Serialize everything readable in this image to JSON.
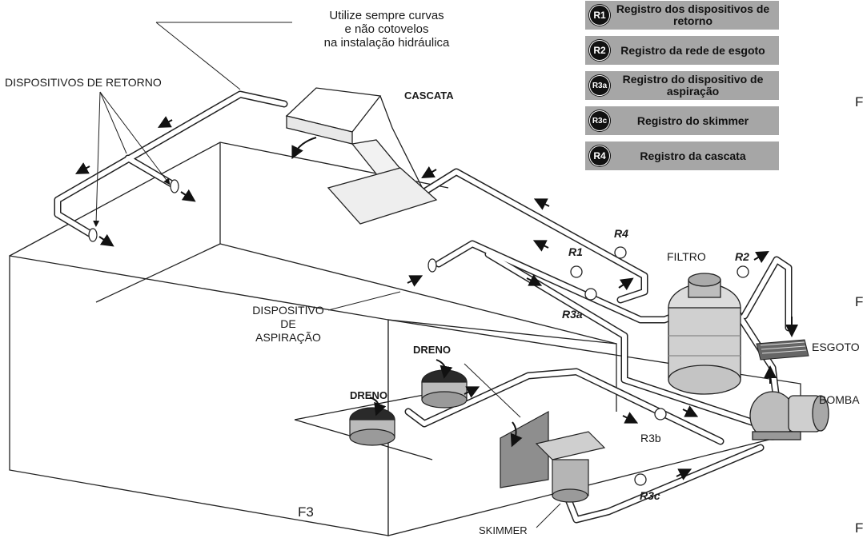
{
  "note": [
    "Utilize sempre curvas",
    "e não cotovelos",
    "na instalação hidráulica"
  ],
  "labels": {
    "retorno": "DISPOSITIVOS DE RETORNO",
    "cascata": "CASCATA",
    "filtro": "FILTRO",
    "esgoto": "ESGOTO",
    "bomba": "BOMBA",
    "aspiracao": [
      "DISPOSITIVO",
      "DE",
      "ASPIRAÇÃO"
    ],
    "dreno_top": "DRENO",
    "dreno_left": "DRENO",
    "skimmer": "SKIMMER",
    "fig": "F3"
  },
  "valves": {
    "r1": "R1",
    "r2": "R2",
    "r3a": "R3a",
    "r3b": "R3b",
    "r3c": "R3c",
    "r4": "R4"
  },
  "legend": [
    {
      "badge": "R1",
      "text": "Registro dos dispositivos de retorno"
    },
    {
      "badge": "R2",
      "text": "Registro da rede de esgoto"
    },
    {
      "badge": "R3a",
      "text": "Registro do dispositivo de aspiração"
    },
    {
      "badge": "R3c",
      "text": "Registro do skimmer"
    },
    {
      "badge": "R4",
      "text": "Registro da cascata"
    }
  ],
  "edge_letters": [
    "F",
    "F",
    "F"
  ]
}
